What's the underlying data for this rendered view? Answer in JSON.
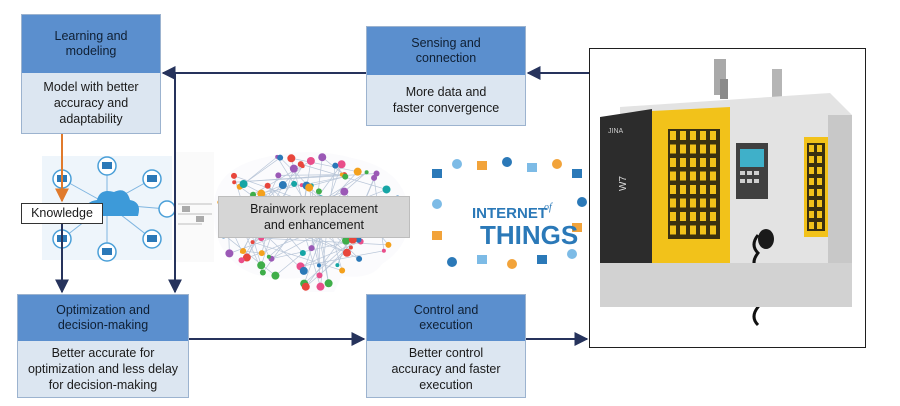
{
  "boxes": {
    "learning": {
      "title": [
        "Learning and",
        "modeling"
      ],
      "body": [
        "Model with better",
        "accuracy and",
        "adaptability"
      ]
    },
    "sensing": {
      "title": [
        "Sensing and",
        "connection"
      ],
      "body": [
        "More data and",
        "faster convergence"
      ]
    },
    "optimization": {
      "title": [
        "Optimization and",
        "decision-making"
      ],
      "body": [
        "Better accurate for",
        "optimization and less delay",
        "for decision-making"
      ]
    },
    "control": {
      "title": [
        "Control and",
        "execution"
      ],
      "body": [
        "Better control",
        "accuracy and faster",
        "execution"
      ]
    }
  },
  "brain_label": [
    "Brainwork replacement",
    "and enhancement"
  ],
  "knowledge_label": "Knowledge",
  "iot_logo": {
    "line1": "INTERNET",
    "of": "of",
    "line2": "THINGS"
  },
  "machine_model": "W7",
  "colors": {
    "box_header": "#5b8fce",
    "box_body": "#dce6f1",
    "arrow": "#26335c",
    "knowledge_arrow": "#e07a2c",
    "machine_yellow": "#f2c21a",
    "iot_blue": "#2b79b8"
  }
}
